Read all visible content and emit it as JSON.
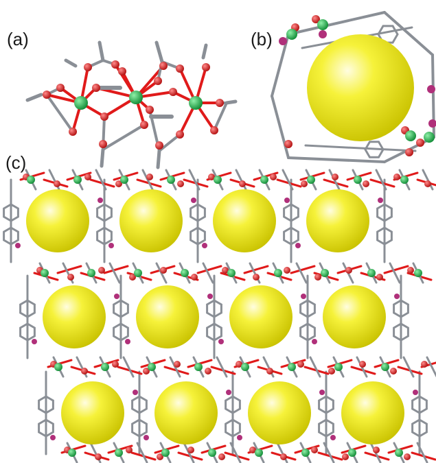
{
  "labels": {
    "a": "(a)",
    "b": "(b)",
    "c": "(c)"
  },
  "colors": {
    "metal": "#19b34a",
    "oxygen": "#e01a1a",
    "linker": "#8a8f96",
    "phosphorus": "#b0307a",
    "pore": "#f2ee2a"
  }
}
